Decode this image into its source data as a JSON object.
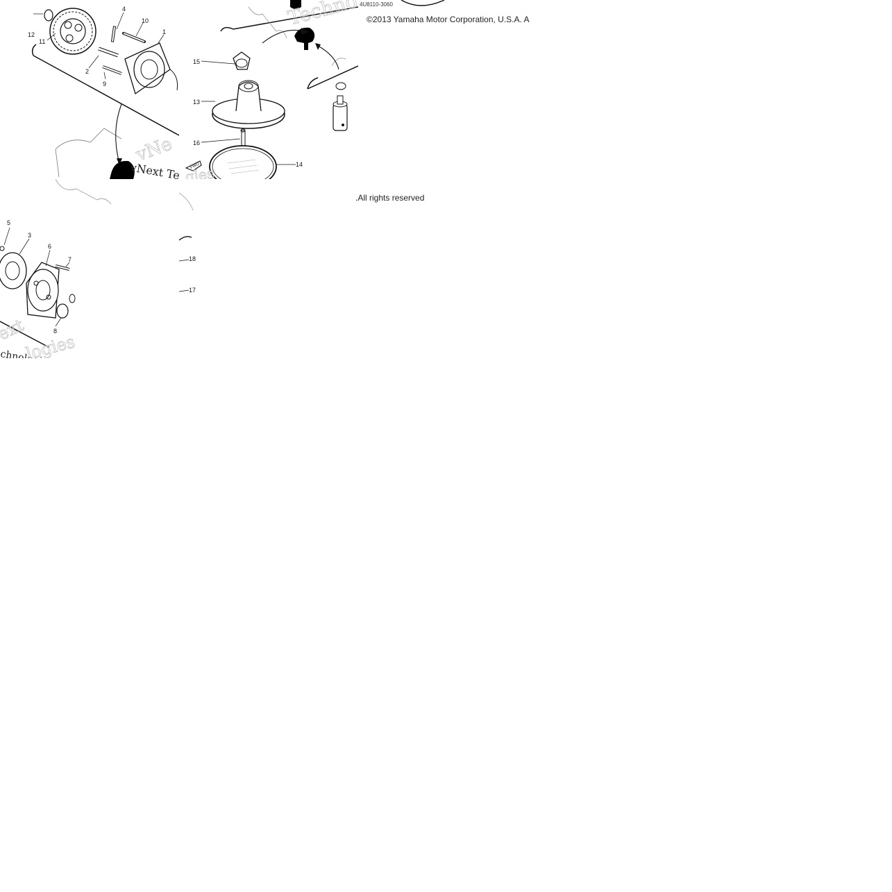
{
  "diagram": {
    "code": "4U8110-3060",
    "copyright": "©2013 Yamaha Motor Corporation, U.S.A. A",
    "rights": "All rights reserved.",
    "callouts": {
      "p1": "1",
      "p2": "2",
      "p3": "3",
      "p4": "4",
      "p5": "5",
      "p6": "6",
      "p7": "7",
      "p8": "8",
      "p9": "9",
      "p10": "10",
      "p11": "11",
      "p12": "12",
      "p13": "13",
      "p14": "14",
      "p15": "15",
      "p16": "16",
      "p17": "17",
      "p18": "18"
    },
    "watermarks": {
      "w1": "vNext Tec",
      "w2": "Techno",
      "w3": "logies",
      "w4": "vNe",
      "w5": "ext",
      "w6": "chnologies",
      "w7": "gles"
    },
    "fwd": "FWD"
  }
}
